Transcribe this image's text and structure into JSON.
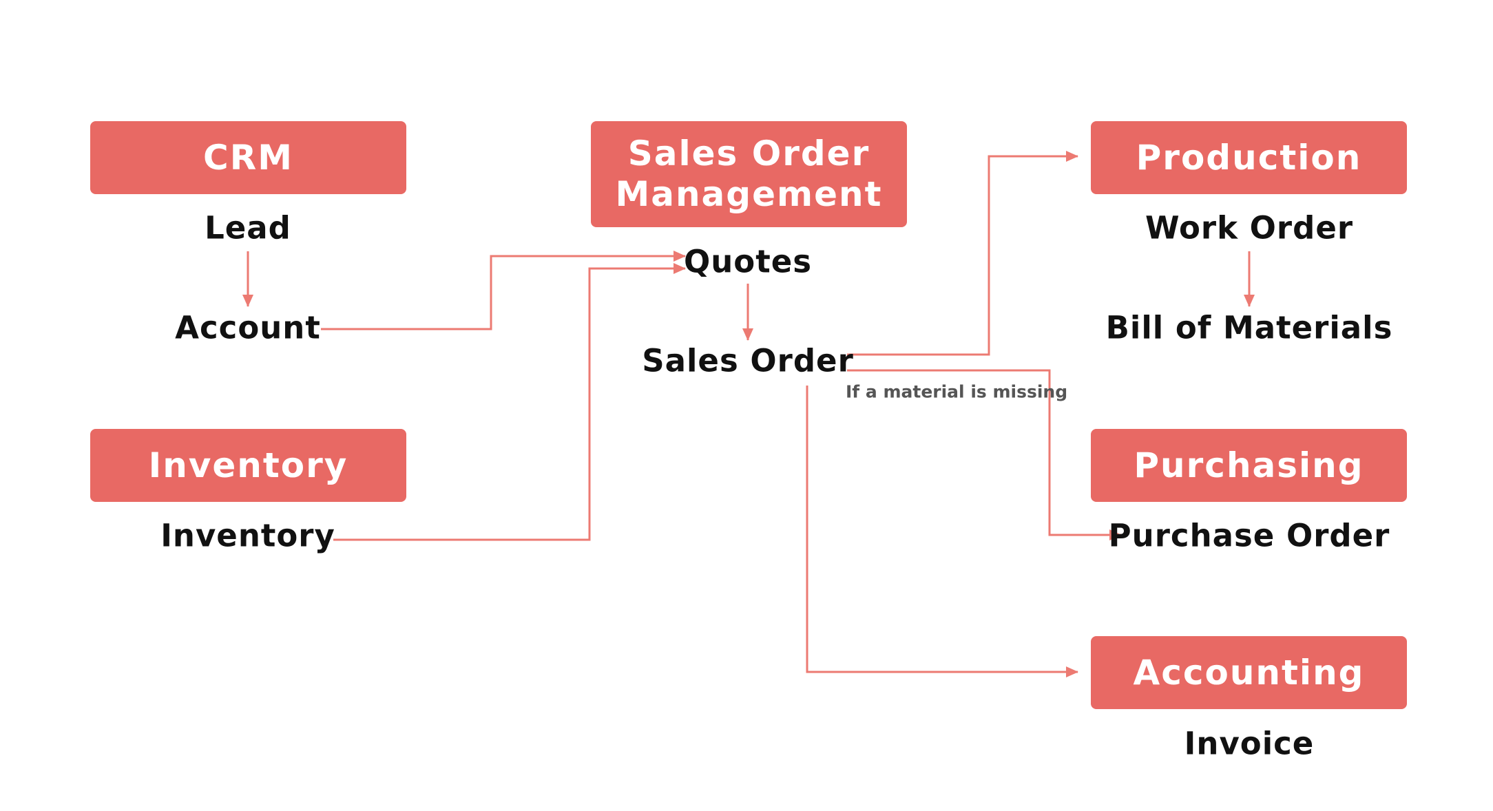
{
  "modules": {
    "crm": "CRM",
    "sales_order_management": "Sales Order Management",
    "production": "Production",
    "inventory": "Inventory",
    "purchasing": "Purchasing",
    "accounting": "Accounting"
  },
  "documents": {
    "lead": "Lead",
    "account": "Account",
    "inventory": "Inventory",
    "quotes": "Quotes",
    "sales_order": "Sales Order",
    "work_order": "Work Order",
    "bill_of_materials": "Bill of Materials",
    "purchase_order": "Purchase Order",
    "invoice": "Invoice"
  },
  "notes": {
    "material_missing": "If a material is missing"
  },
  "colors": {
    "module_fill": "#e86964",
    "arrow": "#ec7a72",
    "text": "#111111",
    "note": "#555555"
  },
  "connections": [
    {
      "from": "Lead",
      "to": "Account"
    },
    {
      "from": "Account",
      "to": "Quotes"
    },
    {
      "from": "Inventory",
      "to": "Quotes"
    },
    {
      "from": "Quotes",
      "to": "Sales Order"
    },
    {
      "from": "Sales Order",
      "to": "Production"
    },
    {
      "from": "Sales Order",
      "to": "Purchase Order"
    },
    {
      "from": "Sales Order",
      "to": "Accounting"
    },
    {
      "from": "Work Order",
      "to": "Bill of Materials"
    }
  ]
}
